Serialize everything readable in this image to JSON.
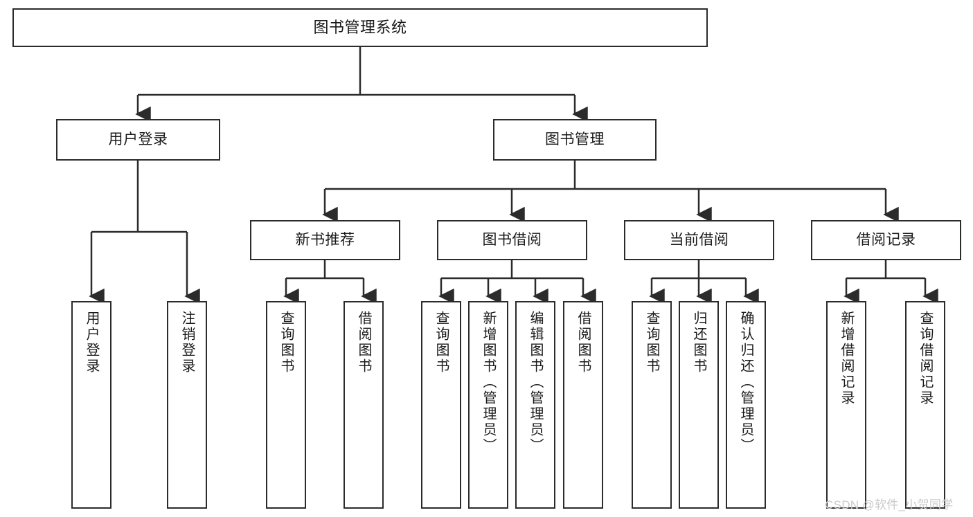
{
  "diagram": {
    "type": "tree-hierarchy",
    "title": "图书管理系统",
    "colors": {
      "background": "#ffffff",
      "stroke": "#2b2b2b",
      "text": "#1a1a1a",
      "watermark": "#c9c9c9"
    },
    "levels": {
      "root": {
        "label": "图书管理系统"
      },
      "level2": [
        {
          "label": "用户登录"
        },
        {
          "label": "图书管理"
        }
      ],
      "level3": [
        {
          "label": "新书推荐"
        },
        {
          "label": "图书借阅"
        },
        {
          "label": "当前借阅"
        },
        {
          "label": "借阅记录"
        }
      ],
      "leaves": {
        "user_login": [
          {
            "label": "用户登录"
          },
          {
            "label": "注销登录"
          }
        ],
        "new_book_recommend": [
          {
            "label": "查询图书"
          },
          {
            "label": "借阅图书"
          }
        ],
        "book_borrow": [
          {
            "label": "查询图书"
          },
          {
            "label": "新增图书（管理员）"
          },
          {
            "label": "编辑图书（管理员）"
          },
          {
            "label": "借阅图书"
          }
        ],
        "current_borrow": [
          {
            "label": "查询图书"
          },
          {
            "label": "归还图书"
          },
          {
            "label": "确认归还（管理员）"
          }
        ],
        "borrow_record": [
          {
            "label": "新增借阅记录"
          },
          {
            "label": "查询借阅记录"
          }
        ]
      }
    },
    "watermark": "CSDN @软件_小贺同学"
  }
}
